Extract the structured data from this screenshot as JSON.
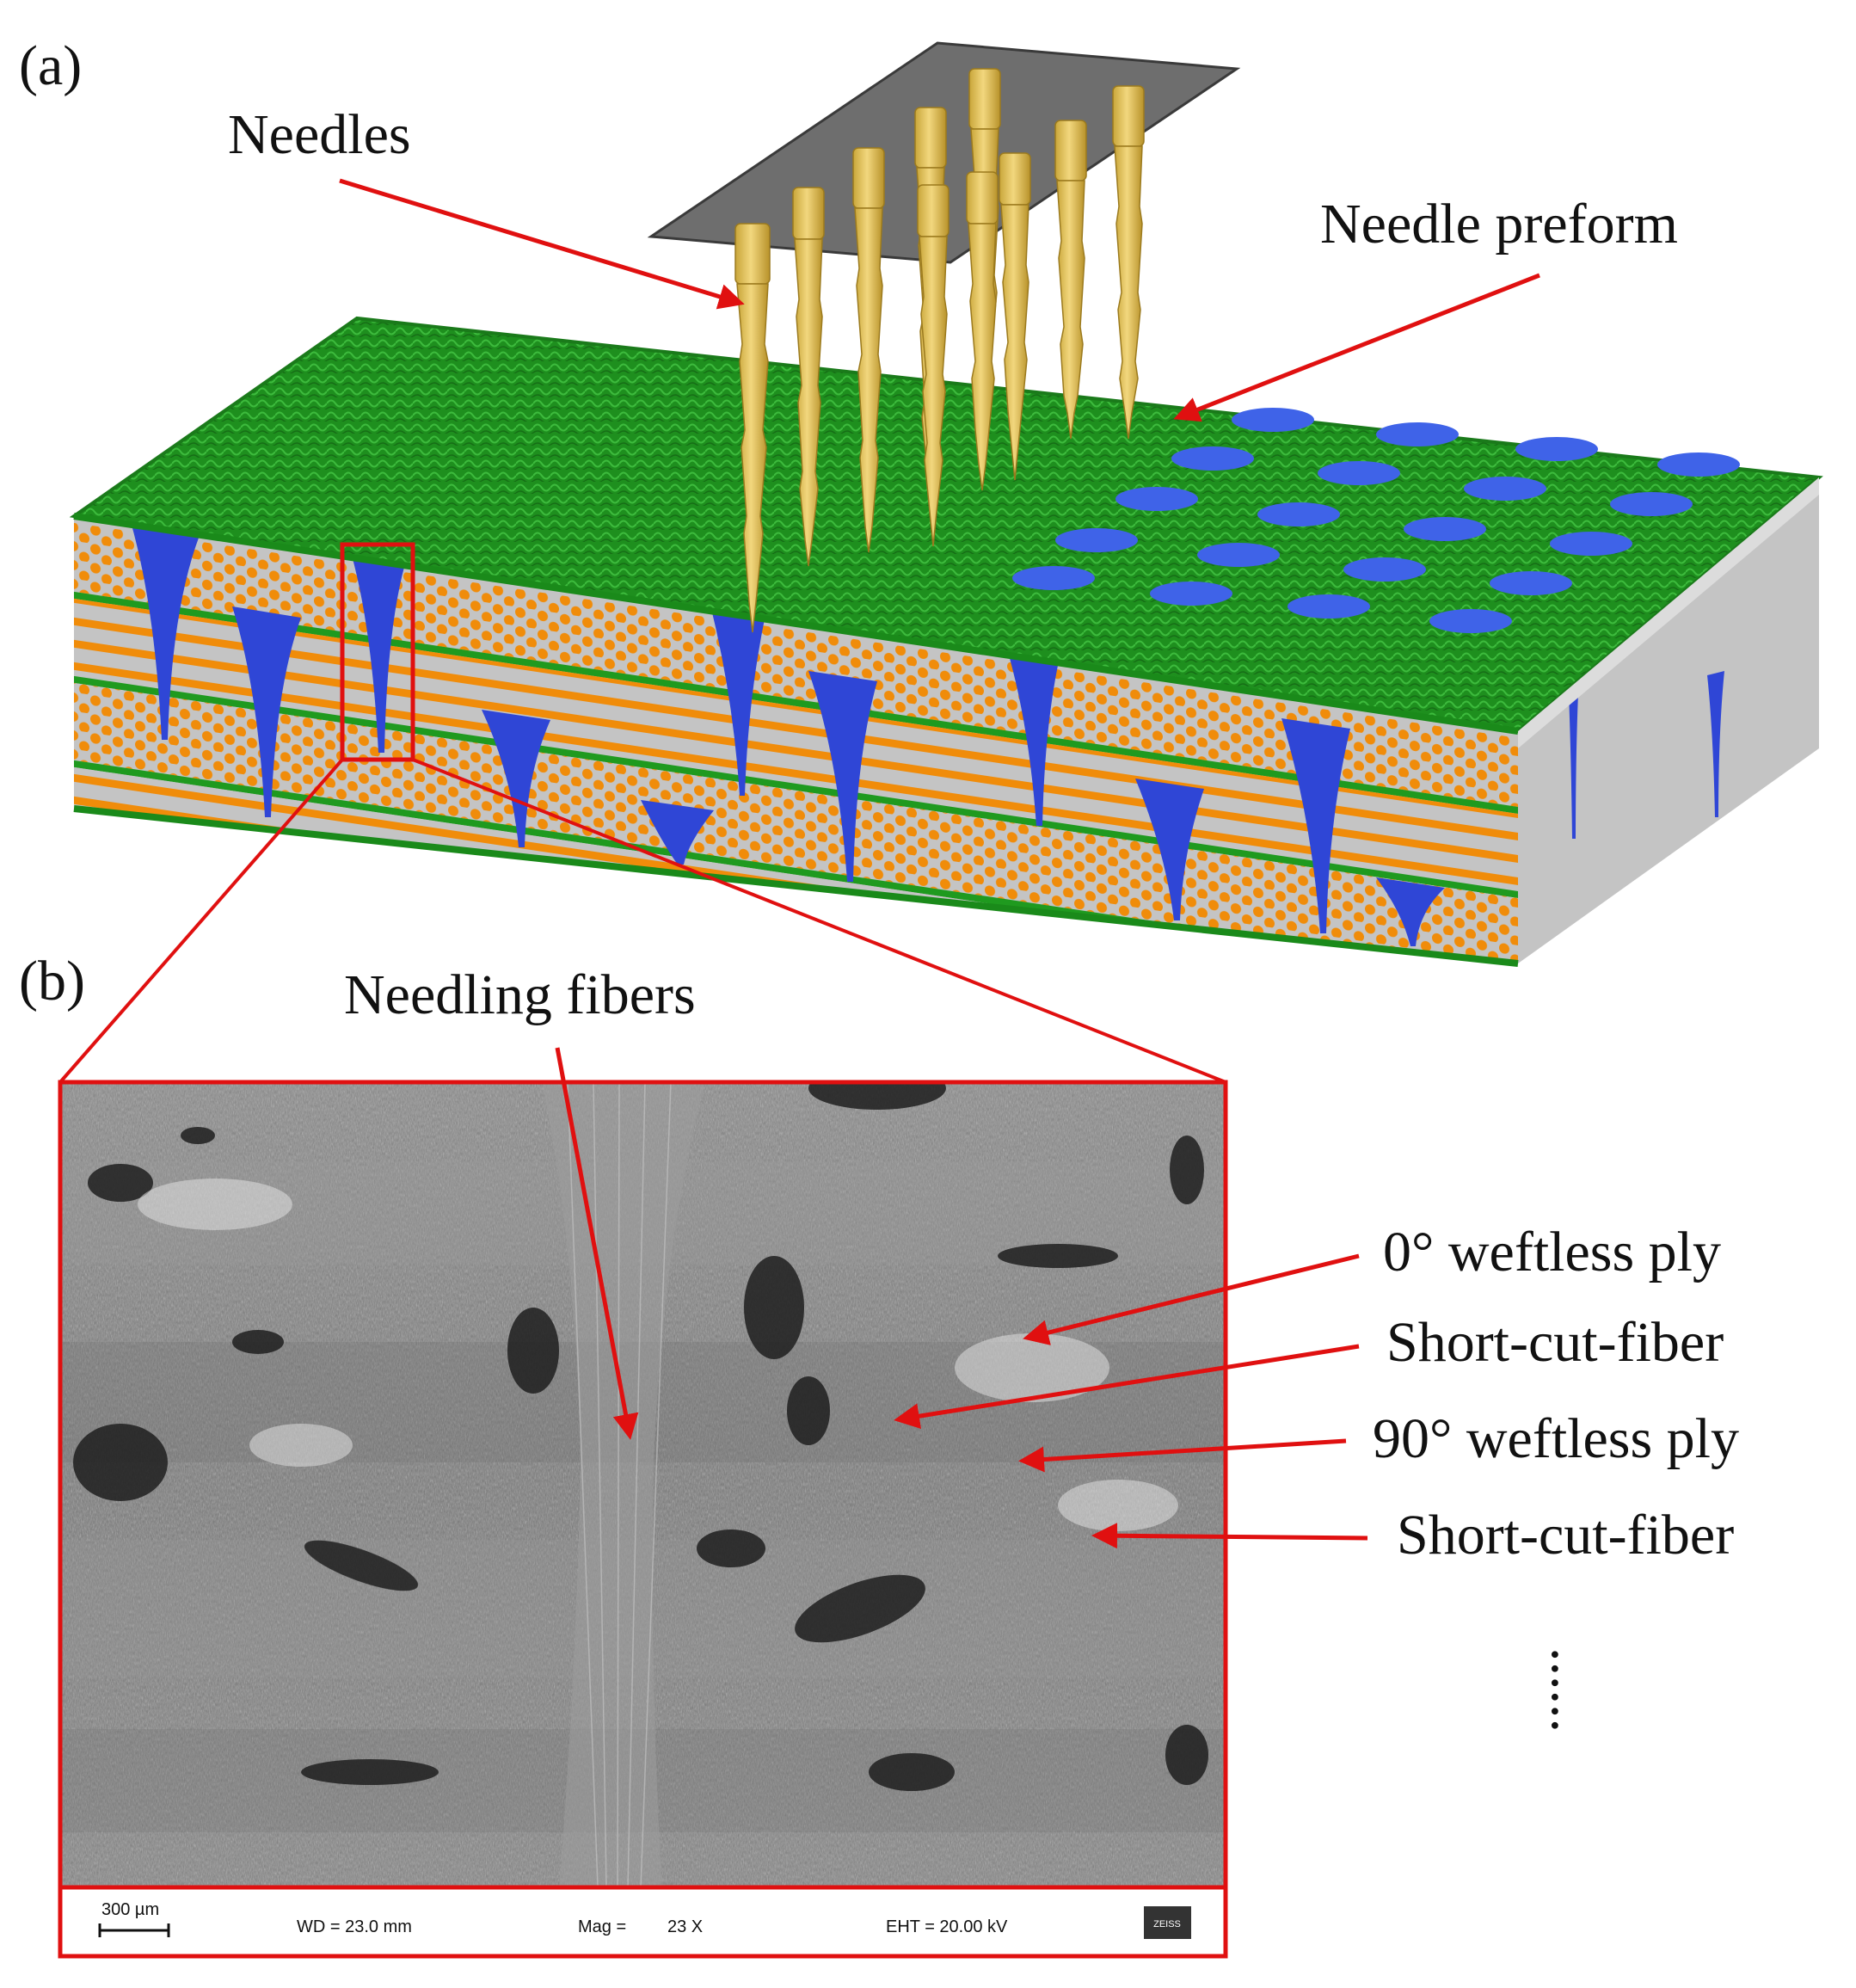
{
  "panels": {
    "a": {
      "tag": "(a)"
    },
    "b": {
      "tag": "(b)"
    }
  },
  "labels": {
    "needles": "Needles",
    "needle_preform": "Needle preform",
    "needling_fibers": "Needling fibers",
    "ply_0": "0° weftless ply",
    "short_cut_1": "Short-cut-fiber",
    "ply_90": "90° weftless ply",
    "short_cut_2": "Short-cut-fiber",
    "ellipsis": "......"
  },
  "sem_bar": {
    "scale": "300 µm",
    "wd": "WD = 23.0 mm",
    "mag_label": "Mag =",
    "mag_value": "23 X",
    "eht": "EHT = 20.00 kV",
    "logo": "ZEISS"
  },
  "colors": {
    "green": "#1f9a1f",
    "orange": "#f08c0a",
    "gray": "#c4c4c4",
    "blue": "#2f46d6",
    "needle": "#e8c865",
    "plate": "#6e6e6e",
    "arrow": "#e01010"
  }
}
